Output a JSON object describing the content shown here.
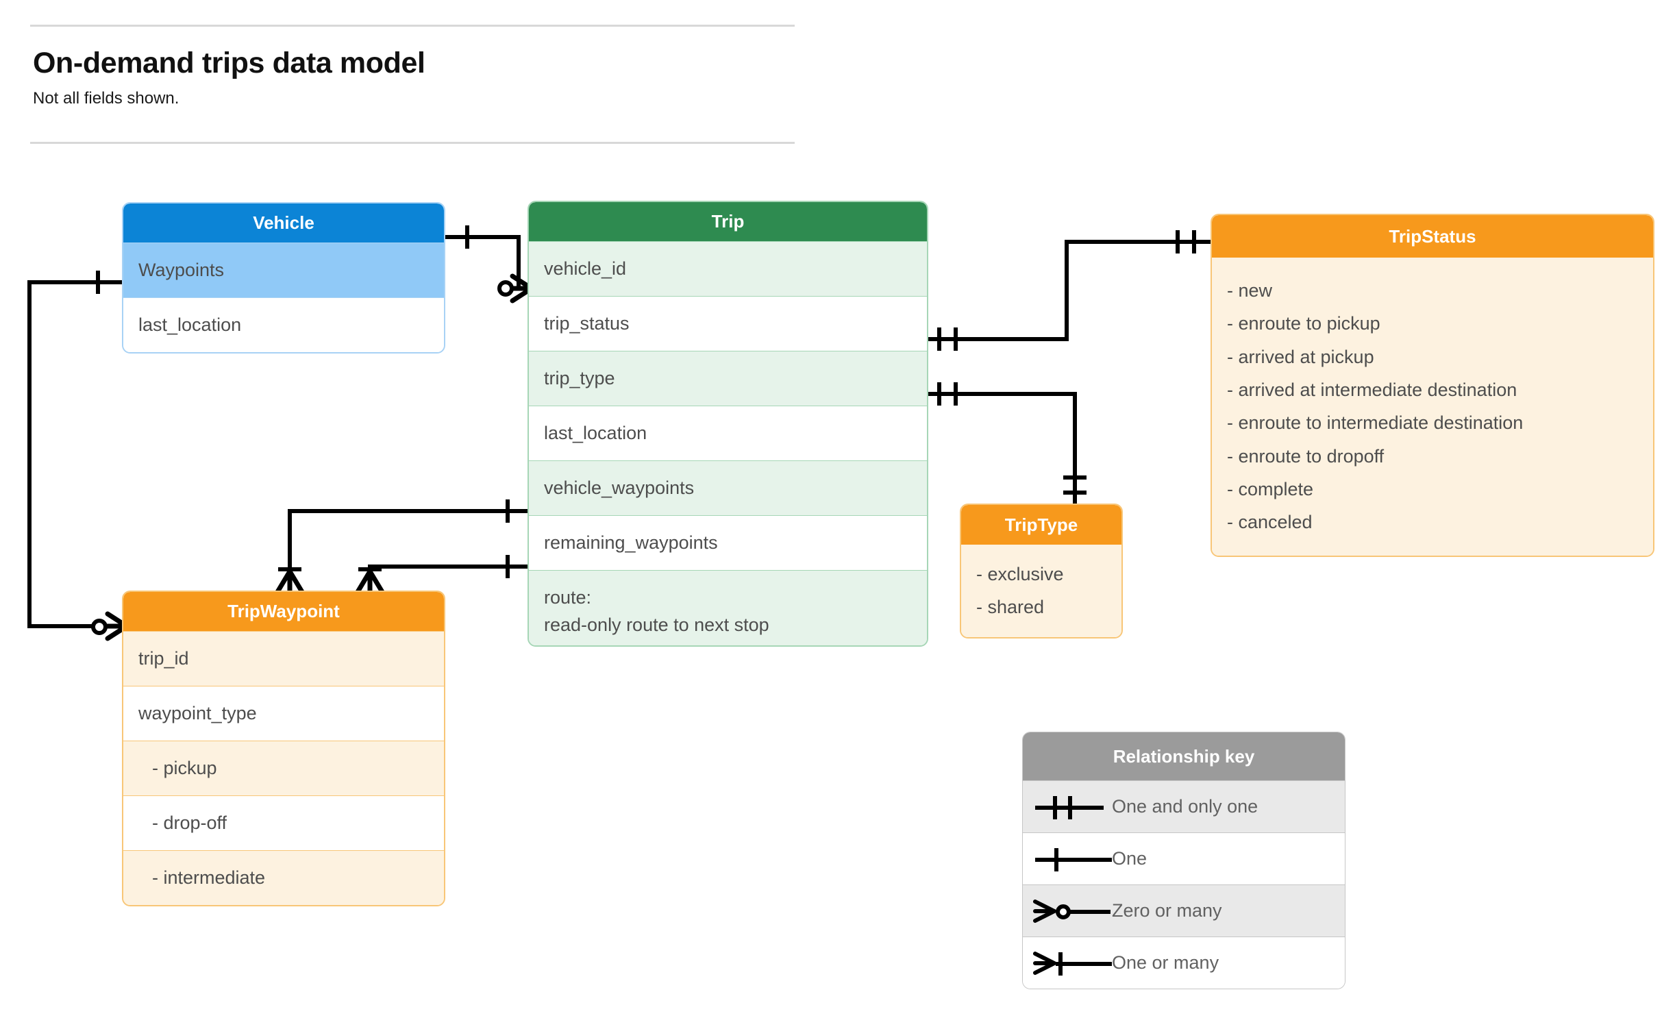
{
  "header": {
    "title": "On-demand trips data model",
    "subtitle": "Not all fields shown."
  },
  "entities": {
    "vehicle": {
      "name": "Vehicle",
      "header_color": "#0c84d6",
      "rows": [
        {
          "label": "Waypoints"
        },
        {
          "label": "last_location"
        }
      ]
    },
    "trip": {
      "name": "Trip",
      "header_color": "#2e8b50",
      "rows": [
        {
          "label": "vehicle_id"
        },
        {
          "label": "trip_status"
        },
        {
          "label": "trip_type"
        },
        {
          "label": "last_location"
        },
        {
          "label": "vehicle_waypoints"
        },
        {
          "label": "remaining_waypoints"
        },
        {
          "label": "route:",
          "sublabel": "read-only route to next stop"
        }
      ]
    },
    "tripwaypoint": {
      "name": "TripWaypoint",
      "header_color": "#f7991c",
      "rows": [
        {
          "label": "trip_id"
        },
        {
          "label": "waypoint_type"
        },
        {
          "label": "-  pickup"
        },
        {
          "label": "-  drop-off"
        },
        {
          "label": "-  intermediate"
        }
      ]
    },
    "tripstatus": {
      "name": "TripStatus",
      "header_color": "#f7991c",
      "values": [
        "- new",
        "- enroute to pickup",
        "- arrived at pickup",
        "- arrived at intermediate destination",
        "- enroute to intermediate destination",
        "- enroute to dropoff",
        "- complete",
        "- canceled"
      ]
    },
    "triptype": {
      "name": "TripType",
      "header_color": "#f7991c",
      "values": [
        "- exclusive",
        "- shared"
      ]
    }
  },
  "relationship_key": {
    "title": "Relationship key",
    "rows": [
      {
        "symbol": "one-and-only-one-symbol",
        "label": "One and only one"
      },
      {
        "symbol": "one-symbol",
        "label": "One"
      },
      {
        "symbol": "zero-or-many-symbol",
        "label": "Zero or many"
      },
      {
        "symbol": "one-or-many-symbol",
        "label": "One or many"
      }
    ]
  }
}
